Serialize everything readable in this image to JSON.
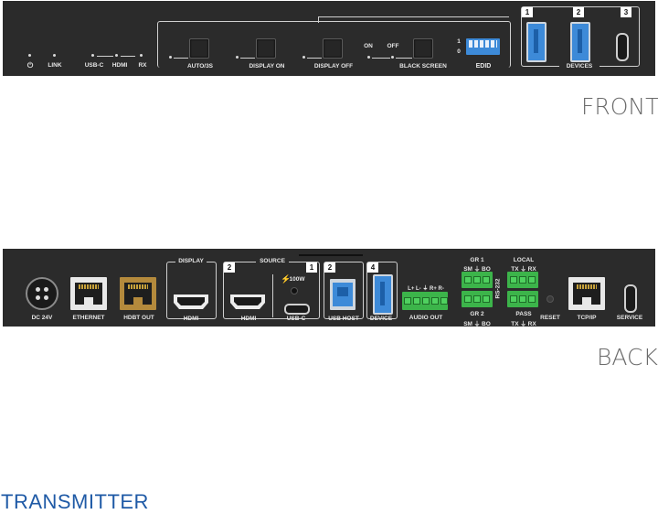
{
  "front": {
    "heading": "FRONT",
    "indicators": {
      "power_icon": "power-icon",
      "link": "LINK",
      "usbc": "USB-C",
      "hdmi": "HDMI",
      "rx": "RX"
    },
    "buttons": {
      "auto": "AUTO/3S",
      "display_on": "DISPLAY ON",
      "display_off": "DISPLAY OFF",
      "black_screen": "BLACK SCREEN",
      "on": "ON",
      "off": "OFF"
    },
    "edid": {
      "label": "EDID",
      "one": "1",
      "zero": "0"
    },
    "devices": {
      "label": "DEVICES",
      "n1": "1",
      "n2": "2",
      "n3": "3"
    }
  },
  "back": {
    "heading": "BACK",
    "dc": "DC 24V",
    "ethernet": "ETHERNET",
    "hdbt_out": "HDBT OUT",
    "display": "DISPLAY",
    "display_hdmi": "HDMI",
    "source": "SOURCE",
    "source_hdmi": "HDMI",
    "source_usbc": "USB-C",
    "num2a": "2",
    "num1": "1",
    "power_rating": "100W",
    "num2b": "2",
    "usb_host": "USB HOST",
    "num4": "4",
    "device": "DEVICE",
    "audio_pins": "L+  L-  ⏚  R+  R-",
    "audio_out": "AUDIO OUT",
    "gr1": "GR 1",
    "gr1_pins": "SM ⏚ BO",
    "gr2": "GR 2",
    "gr2_pins": "SM ⏚ BO",
    "rs232": "RS-232",
    "local": "LOCAL",
    "local_pins": "TX ⏚ RX",
    "pass": "PASS",
    "pass_pins": "TX ⏚ RX",
    "reset": "RESET",
    "tcpip": "TCP/IP",
    "service": "SERVICE"
  },
  "product": "TRANSMITTER",
  "colors": {
    "panel": "#2b2b2b",
    "accent": "#1f5aa6",
    "usb_blue": "#3d8ad8",
    "terminal_green": "#3cb44a",
    "hdbt_gold": "#b48a3c"
  }
}
